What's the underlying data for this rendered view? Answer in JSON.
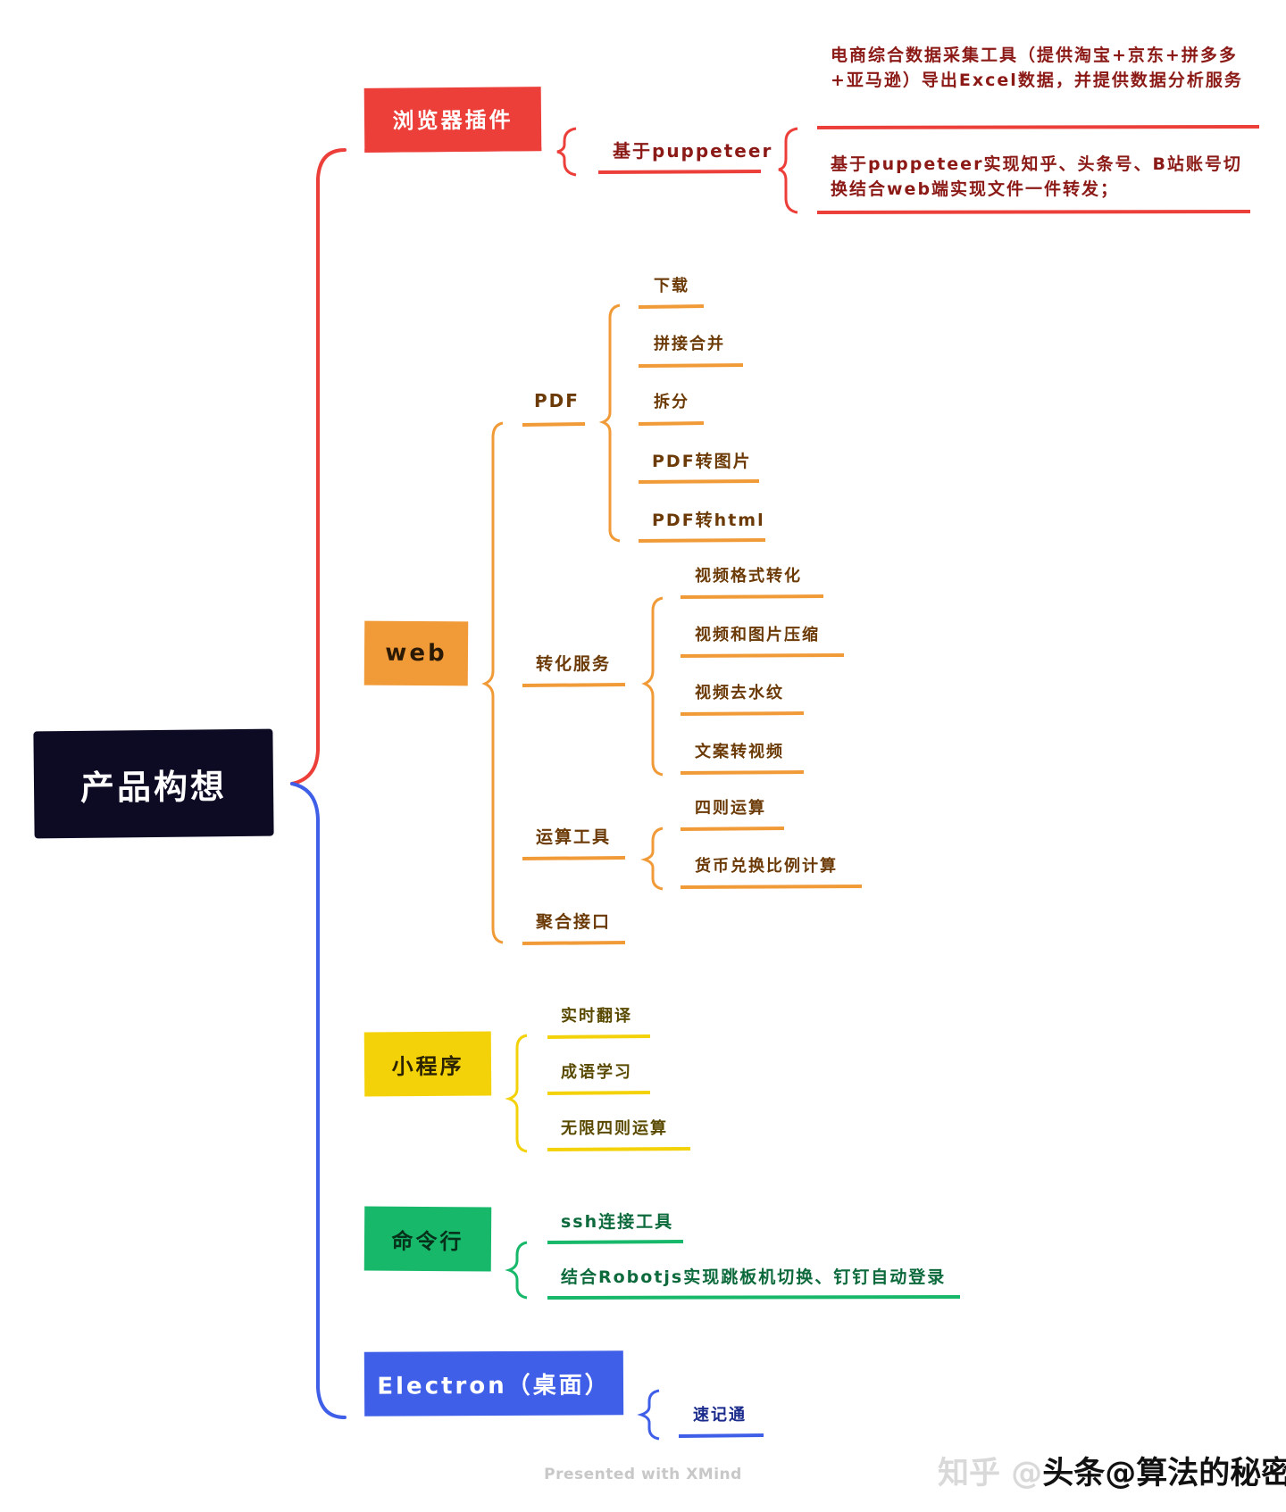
{
  "root": {
    "label": "产品构想"
  },
  "colors": {
    "root_bg": "#0d0b24",
    "red": "#ec3f3a",
    "red_text": "#8b1a17",
    "orange": "#f19a38",
    "orange_text": "#6b3a06",
    "yellow": "#f4d20a",
    "yellow_text": "#5a4a00",
    "green": "#17b86a",
    "green_text": "#0d6a3c",
    "blue": "#3f5fe8",
    "blue_text": "#1a2b8c"
  },
  "branches": {
    "browser_plugin": {
      "label": "浏览器插件",
      "child": "基于puppeteer",
      "items": [
        "电商综合数据采集工具（提供淘宝+京东+拼多多+亚马逊）导出Excel数据，并提供数据分析服务",
        "基于puppeteer实现知乎、头条号、B站账号切换结合web端实现文件一件转发；"
      ]
    },
    "web": {
      "label": "web",
      "pdf": {
        "label": "PDF",
        "items": [
          "下载",
          "拼接合并",
          "拆分",
          "PDF转图片",
          "PDF转html"
        ]
      },
      "convert": {
        "label": "转化服务",
        "items": [
          "视频格式转化",
          "视频和图片压缩",
          "视频去水纹",
          "文案转视频"
        ]
      },
      "calc": {
        "label": "运算工具",
        "items": [
          "四则运算",
          "货币兑换比例计算"
        ]
      },
      "api": {
        "label": "聚合接口"
      }
    },
    "miniprogram": {
      "label": "小程序",
      "items": [
        "实时翻译",
        "成语学习",
        "无限四则运算"
      ]
    },
    "cli": {
      "label": "命令行",
      "items": [
        "ssh连接工具",
        "结合Robotjs实现跳板机切换、钉钉自动登录"
      ]
    },
    "electron": {
      "label": "Electron（桌面）",
      "items": [
        "速记通"
      ]
    }
  },
  "footer": "Presented with XMind",
  "watermark": {
    "faint": "知乎 @",
    "strong": "头条@算法的秘密"
  }
}
